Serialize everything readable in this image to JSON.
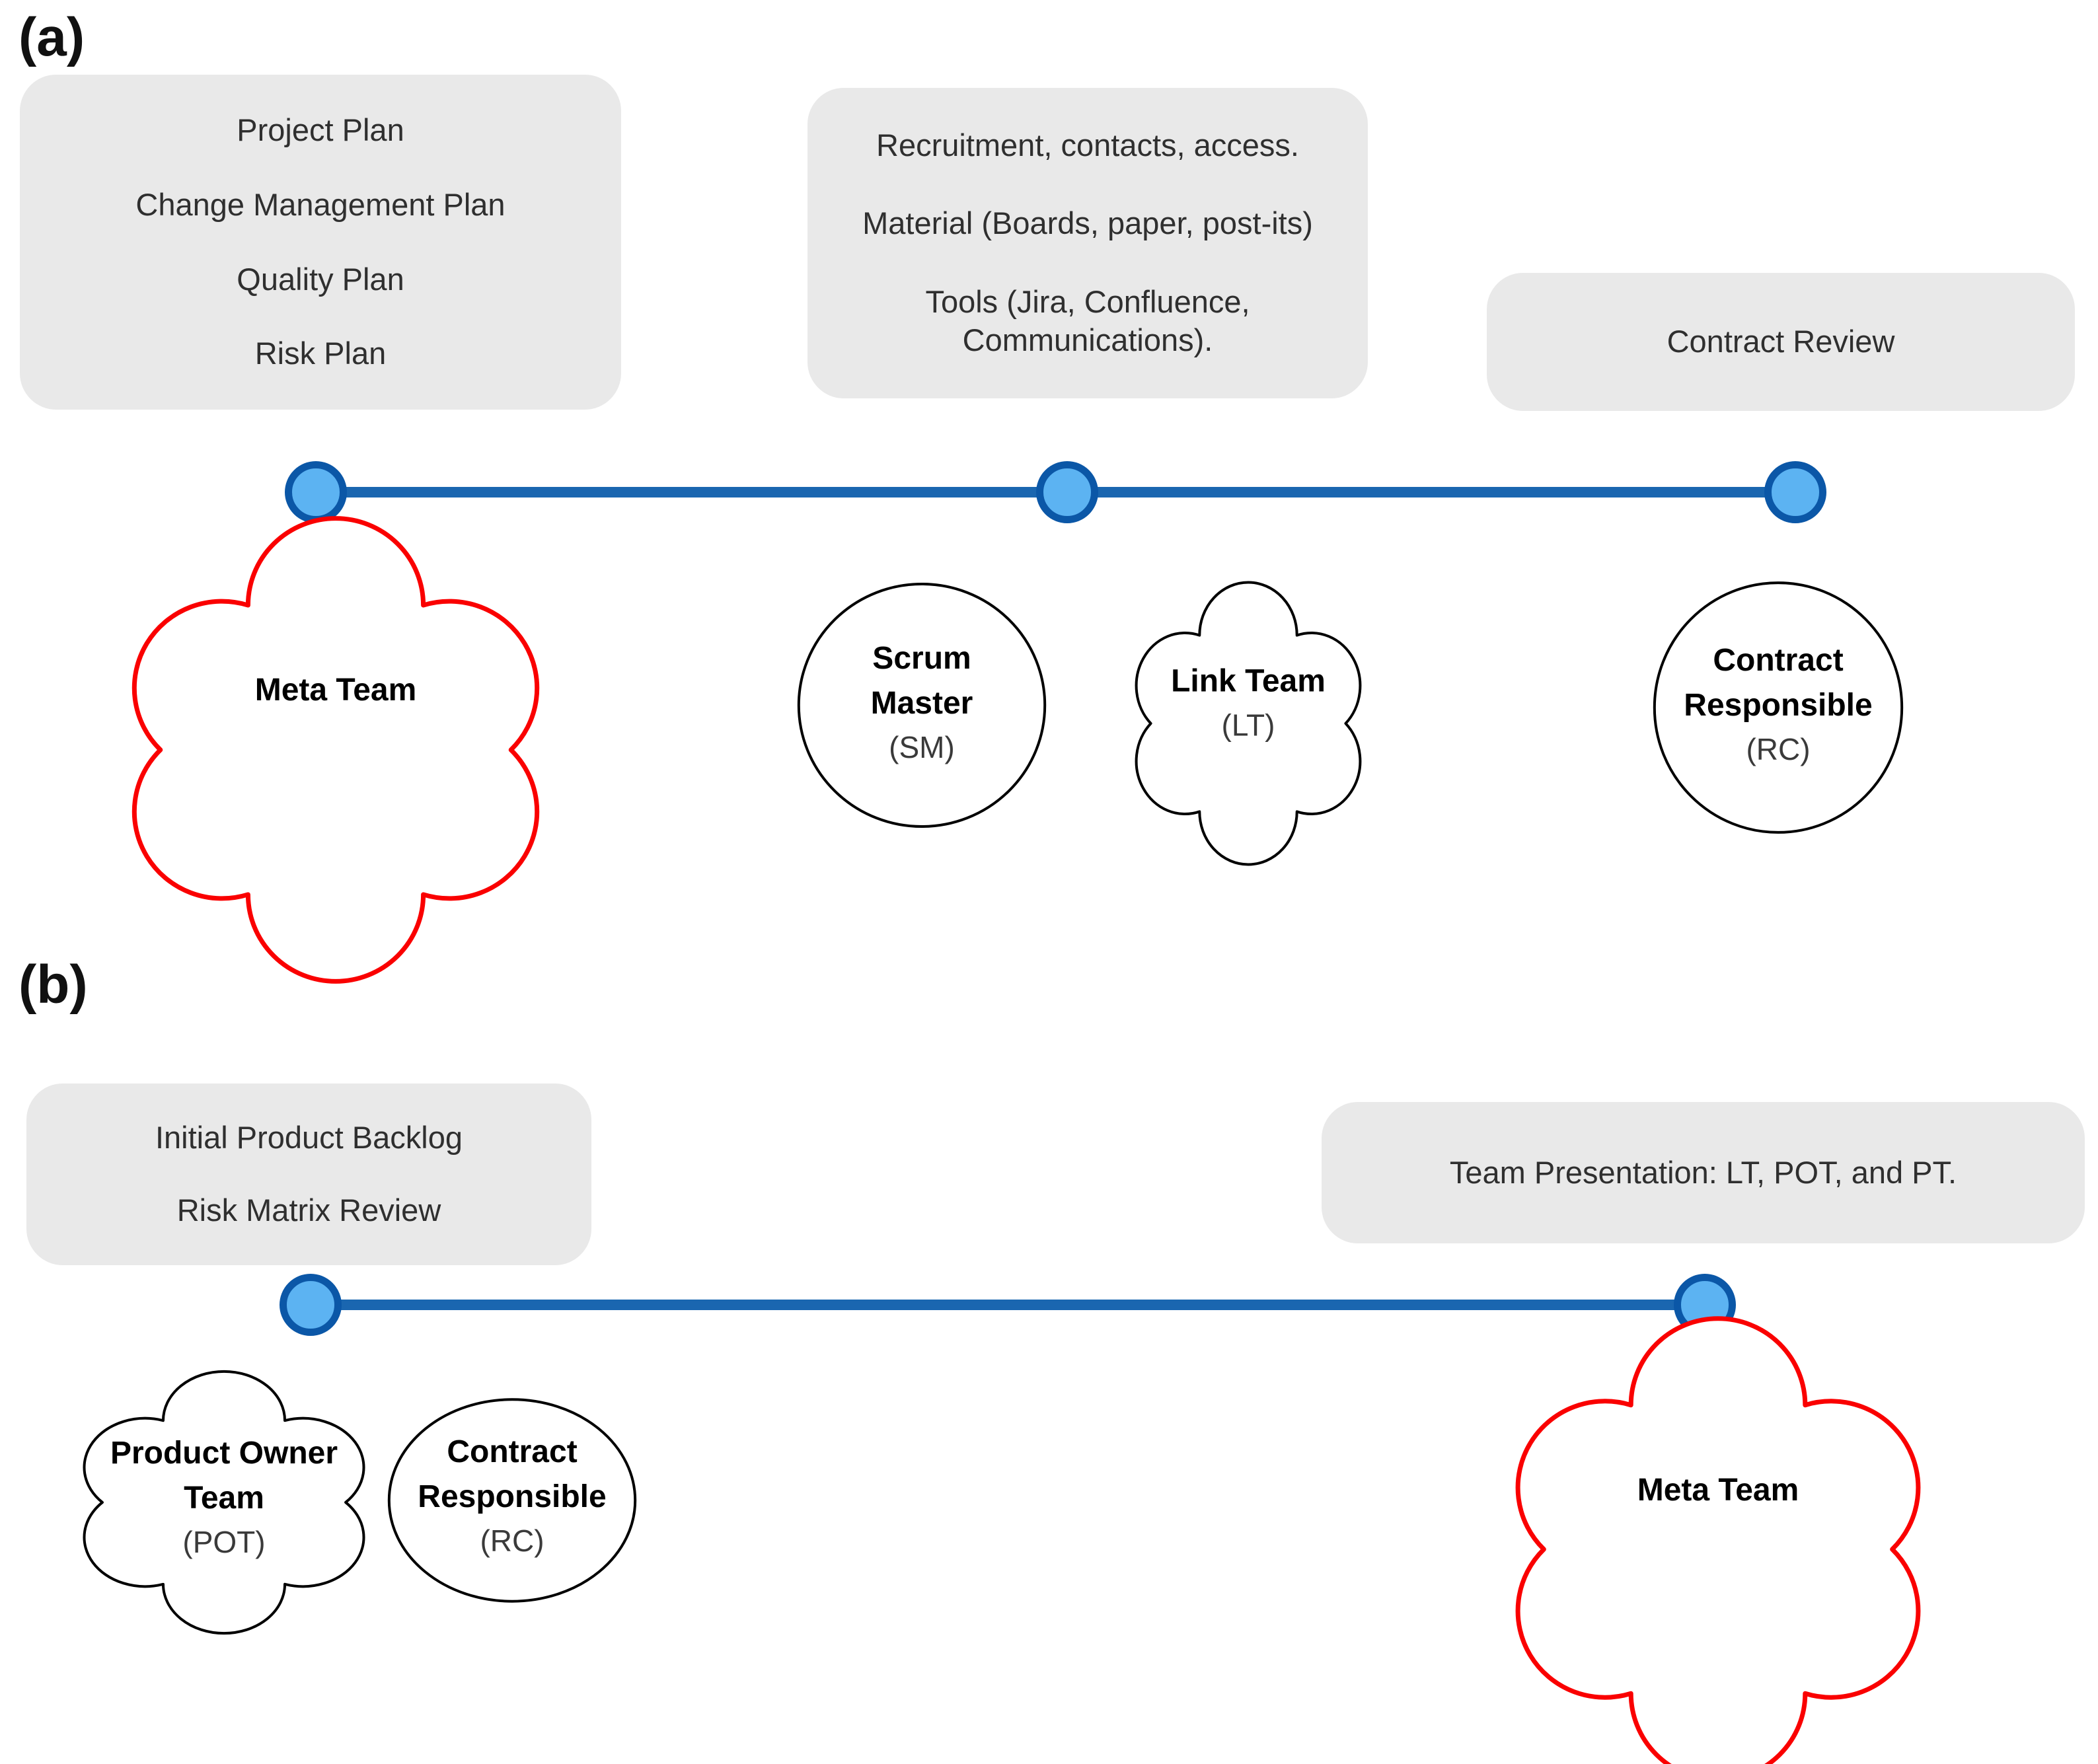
{
  "colors": {
    "timeline_blue": "#1a66b0",
    "node_fill": "#5cb3f2",
    "node_border": "#0b57a7",
    "box_gray": "#e9e9e9",
    "cloud_red": "#fa0000",
    "shape_outline_black": "#000000"
  },
  "panels": {
    "a": {
      "label": "(a)",
      "box1": {
        "lines": [
          "Project Plan",
          "Change Management Plan",
          "Quality Plan",
          "Risk Plan"
        ]
      },
      "box2": {
        "lines": [
          "Recruitment, contacts, access.",
          "Material (Boards, paper, post-its)",
          "Tools (Jira, Confluence, Communications)."
        ]
      },
      "box3": {
        "lines": [
          "Contract Review"
        ]
      },
      "teams": {
        "meta": {
          "name": "Meta Team",
          "abbr": ""
        },
        "sm": {
          "name": "Scrum Master",
          "abbr": "(SM)"
        },
        "lt": {
          "name": "Link Team",
          "abbr": "(LT)"
        },
        "rc": {
          "name": "Contract Responsible",
          "abbr": "(RC)"
        }
      }
    },
    "b": {
      "label": "(b)",
      "box1": {
        "lines": [
          "Initial Product Backlog",
          "Risk Matrix Review"
        ]
      },
      "box2": {
        "lines": [
          "Team Presentation: LT, POT, and PT."
        ]
      },
      "teams": {
        "pot": {
          "name": "Product Owner Team",
          "abbr": "(POT)"
        },
        "rc": {
          "name": "Contract Responsible",
          "abbr": "(RC)"
        },
        "meta": {
          "name": "Meta Team",
          "abbr": ""
        }
      }
    }
  }
}
